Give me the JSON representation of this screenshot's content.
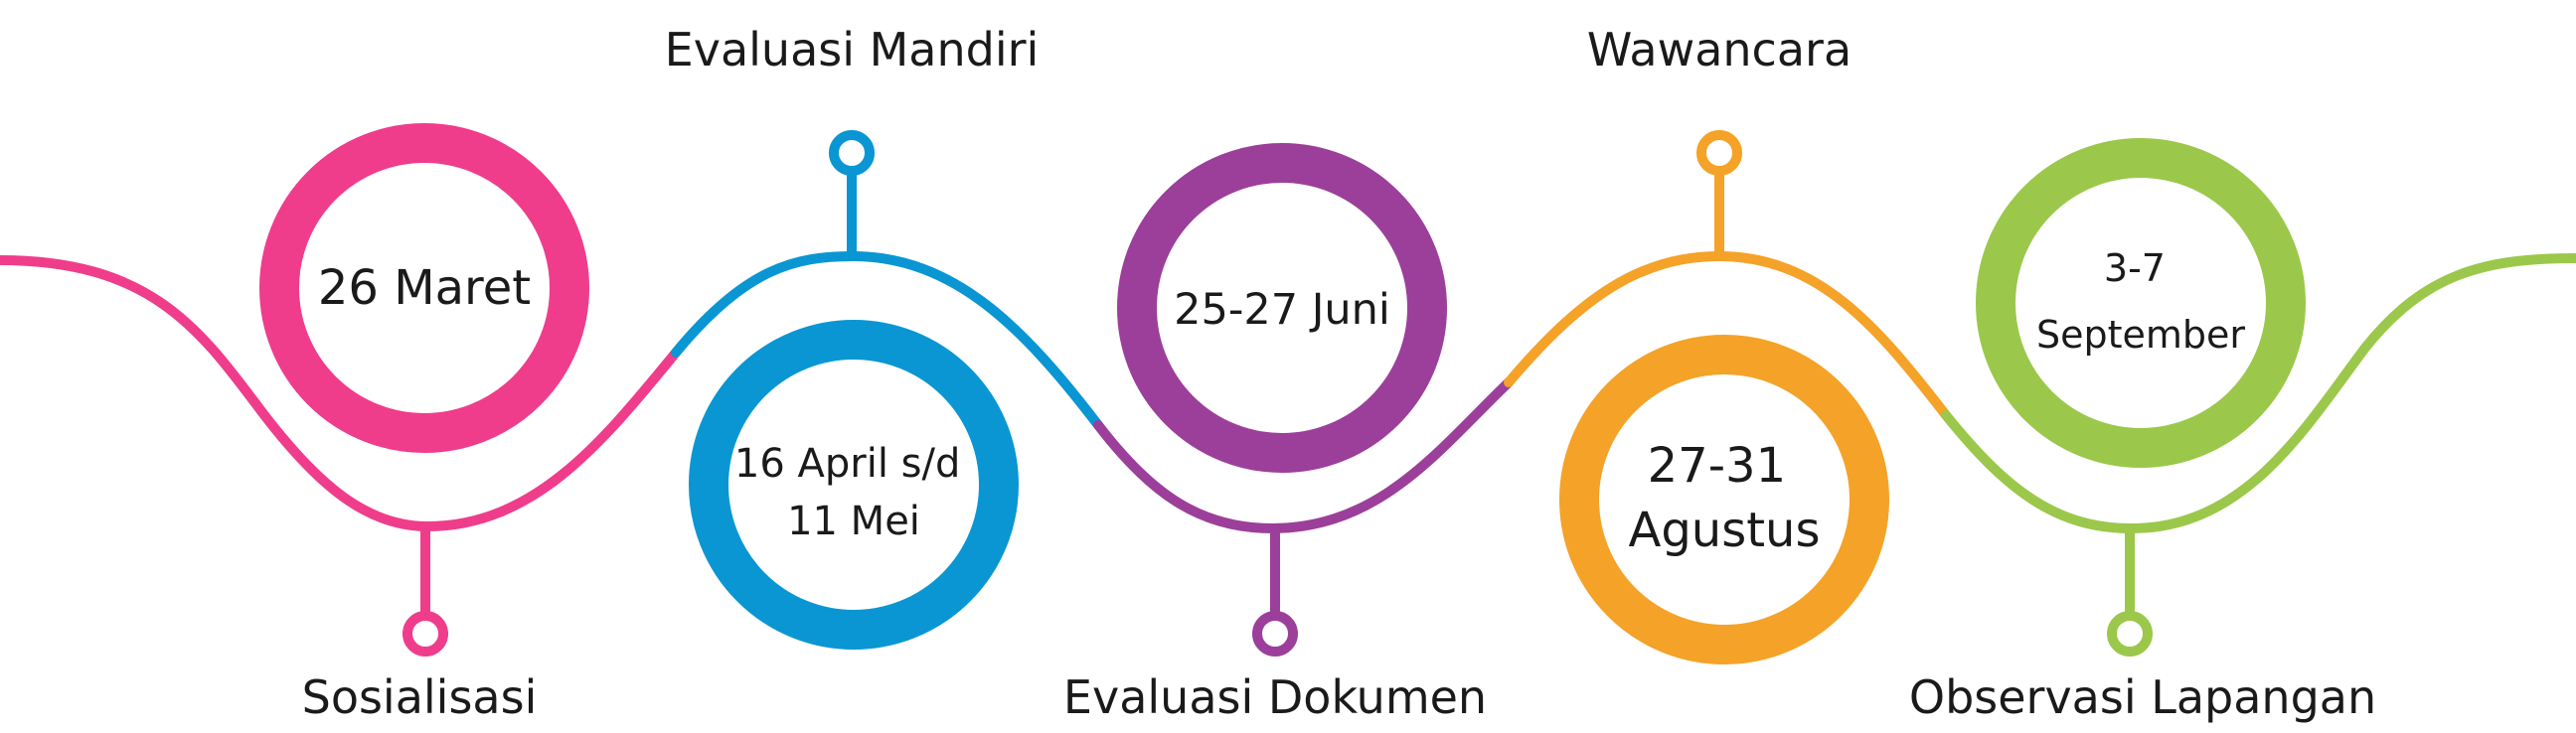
{
  "colors": {
    "pink": "#EF3D8B",
    "blue": "#0A96D3",
    "purple": "#9C3F9A",
    "orange": "#F5A228",
    "green": "#9BC84B",
    "text": "#1a1a1a"
  },
  "timeline": {
    "stages": [
      {
        "label": "Sosialisasi",
        "date_lines": [
          "26 Maret"
        ],
        "color": "pink"
      },
      {
        "label": "Evaluasi Mandiri",
        "date_lines": [
          "16 April s/d",
          "11 Mei"
        ],
        "color": "blue"
      },
      {
        "label": "Evaluasi Dokumen",
        "date_lines": [
          "25-27 Juni"
        ],
        "color": "purple"
      },
      {
        "label": "Wawancara",
        "date_lines": [
          "27-31",
          "Agustus"
        ],
        "color": "orange"
      },
      {
        "label": "Observasi Lapangan",
        "date_lines": [
          "3-7",
          "September"
        ],
        "color": "green"
      }
    ]
  }
}
